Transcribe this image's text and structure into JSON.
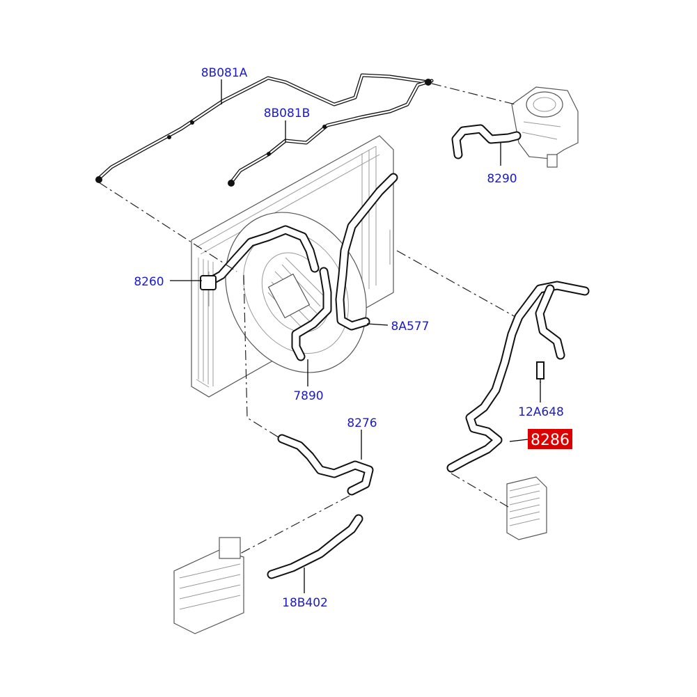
{
  "callouts": [
    {
      "id": "8b081a",
      "label": "8B081A",
      "highlight": false
    },
    {
      "id": "8b081b",
      "label": "8B081B",
      "highlight": false
    },
    {
      "id": "8290",
      "label": "8290",
      "highlight": false
    },
    {
      "id": "8260",
      "label": "8260",
      "highlight": false
    },
    {
      "id": "8a577",
      "label": "8A577",
      "highlight": false
    },
    {
      "id": "7890",
      "label": "7890",
      "highlight": false
    },
    {
      "id": "12a648",
      "label": "12A648",
      "highlight": false
    },
    {
      "id": "8276",
      "label": "8276",
      "highlight": false
    },
    {
      "id": "8286",
      "label": "8286",
      "highlight": true
    },
    {
      "id": "18b402",
      "label": "18B402",
      "highlight": false
    }
  ],
  "colors": {
    "callout_text": "#1a1acc",
    "highlight_bg": "#dd0000",
    "highlight_text": "#ffffff",
    "line_art": "#111111"
  }
}
